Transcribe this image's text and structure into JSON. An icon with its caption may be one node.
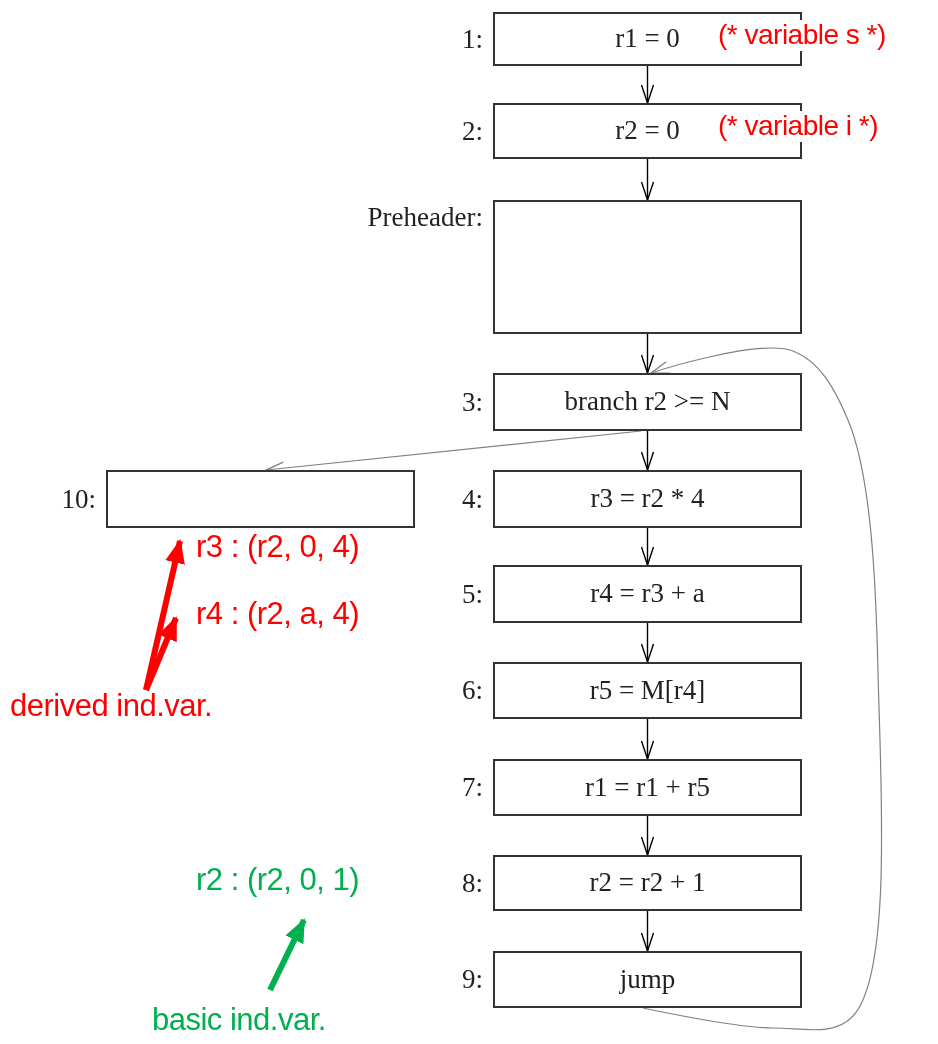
{
  "diagram": {
    "nodes": [
      {
        "text": [
          "1:",
          "r1 = 0",
          "(* variable s *)"
        ]
      },
      {
        "text": [
          "2:",
          "r2 = 0",
          "(* variable i *)"
        ]
      },
      {
        "text": [
          "Preheader:"
        ]
      },
      {
        "text": [
          "3:",
          "branch r2 >= N"
        ]
      },
      {
        "text": [
          "10:"
        ]
      },
      {
        "text": [
          "4:",
          "r3 = r2 * 4"
        ]
      },
      {
        "text": [
          "5:",
          "r4 = r3 + a"
        ]
      },
      {
        "text": [
          "6:",
          "r5 = M[r4]"
        ]
      },
      {
        "text": [
          "7:",
          "r1 = r1 + r5"
        ]
      },
      {
        "text": [
          "8:",
          "r2 = r2 + 1"
        ]
      },
      {
        "text": [
          "9:",
          "jump"
        ]
      },
      {
        "text": [
          "r3 : (r2, 0, 4)"
        ]
      },
      {
        "text": [
          "r4 : (r2, a, 4)"
        ]
      },
      {
        "text": [
          "derived ind.var."
        ]
      },
      {
        "text": [
          "r2 : (r2, 0, 1)"
        ]
      },
      {
        "text": [
          "basic ind.var."
        ]
      }
    ],
    "edges": [
      {
        "from": 0,
        "to": 1,
        "arrow": "to"
      },
      {
        "from": 1,
        "to": 2,
        "arrow": "to"
      },
      {
        "from": 2,
        "to": 3,
        "arrow": "to"
      },
      {
        "from": 3,
        "to": 5,
        "arrow": "to"
      },
      {
        "from": 3,
        "to": 4,
        "arrow": "to",
        "color": "#808080"
      },
      {
        "from": 5,
        "to": 6,
        "arrow": "to"
      },
      {
        "from": 6,
        "to": 7,
        "arrow": "to"
      },
      {
        "from": 7,
        "to": 8,
        "arrow": "to"
      },
      {
        "from": 8,
        "to": 9,
        "arrow": "to"
      },
      {
        "from": 9,
        "to": 10,
        "arrow": "to"
      },
      {
        "from": 10,
        "to": 3,
        "arrow": "to",
        "color": "#808080"
      },
      {
        "from": 13,
        "to": 11,
        "arrow": "to",
        "style": "thick",
        "color": "#ff0000"
      },
      {
        "from": 13,
        "to": 12,
        "arrow": "to",
        "style": "thick",
        "color": "#ff0000"
      },
      {
        "from": 15,
        "to": 14,
        "arrow": "to",
        "style": "thick",
        "color": "#00b050"
      }
    ]
  }
}
